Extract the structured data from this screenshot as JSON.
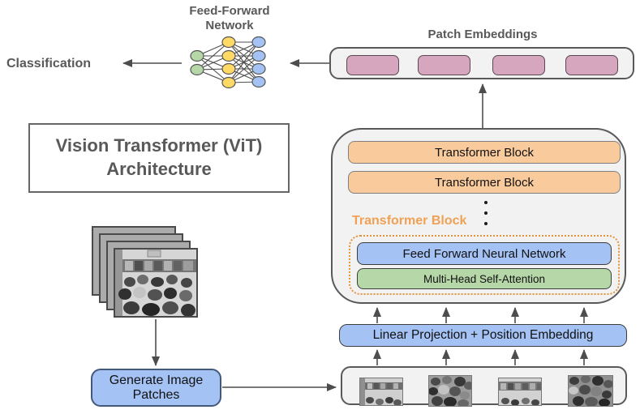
{
  "title_box": {
    "text": "Vision Transformer (ViT) Architecture"
  },
  "output_head": {
    "classification_label": "Classification",
    "ffn_label": "Feed-Forward Network"
  },
  "patch_embeddings": {
    "label": "Patch Embeddings",
    "slot_count": 4
  },
  "encoder": {
    "blocks": [
      {
        "label": "Transformer Block"
      },
      {
        "label": "Transformer Block"
      }
    ],
    "callout_label": "Transformer Block",
    "detail": {
      "ffnn_label": "Feed Forward Neural Network",
      "mhsa_label": "Multi-Head Self-Attention"
    }
  },
  "projection": {
    "label": "Linear Projection + Position Embedding"
  },
  "patching": {
    "generate_label": "Generate Image Patches",
    "patch_count": 4
  },
  "icons": {
    "network_diagram": "feed-forward-network-diagram",
    "input_photo": "stacked-classroom-photos",
    "patch_images": "grayscale-image-patches"
  },
  "colors": {
    "orange_fill": "#f9cb9c",
    "blue_fill": "#a4c2f4",
    "green_fill": "#b6d7a8",
    "pink_fill": "#d5a6bd",
    "container_fill": "#f2f2f2",
    "container_border": "#595959",
    "accent_orange_label": "#f0a155",
    "dotted_border_orange": "#e69138",
    "arrow_gray": "#4d4d4d",
    "heading_gray": "#595959"
  }
}
